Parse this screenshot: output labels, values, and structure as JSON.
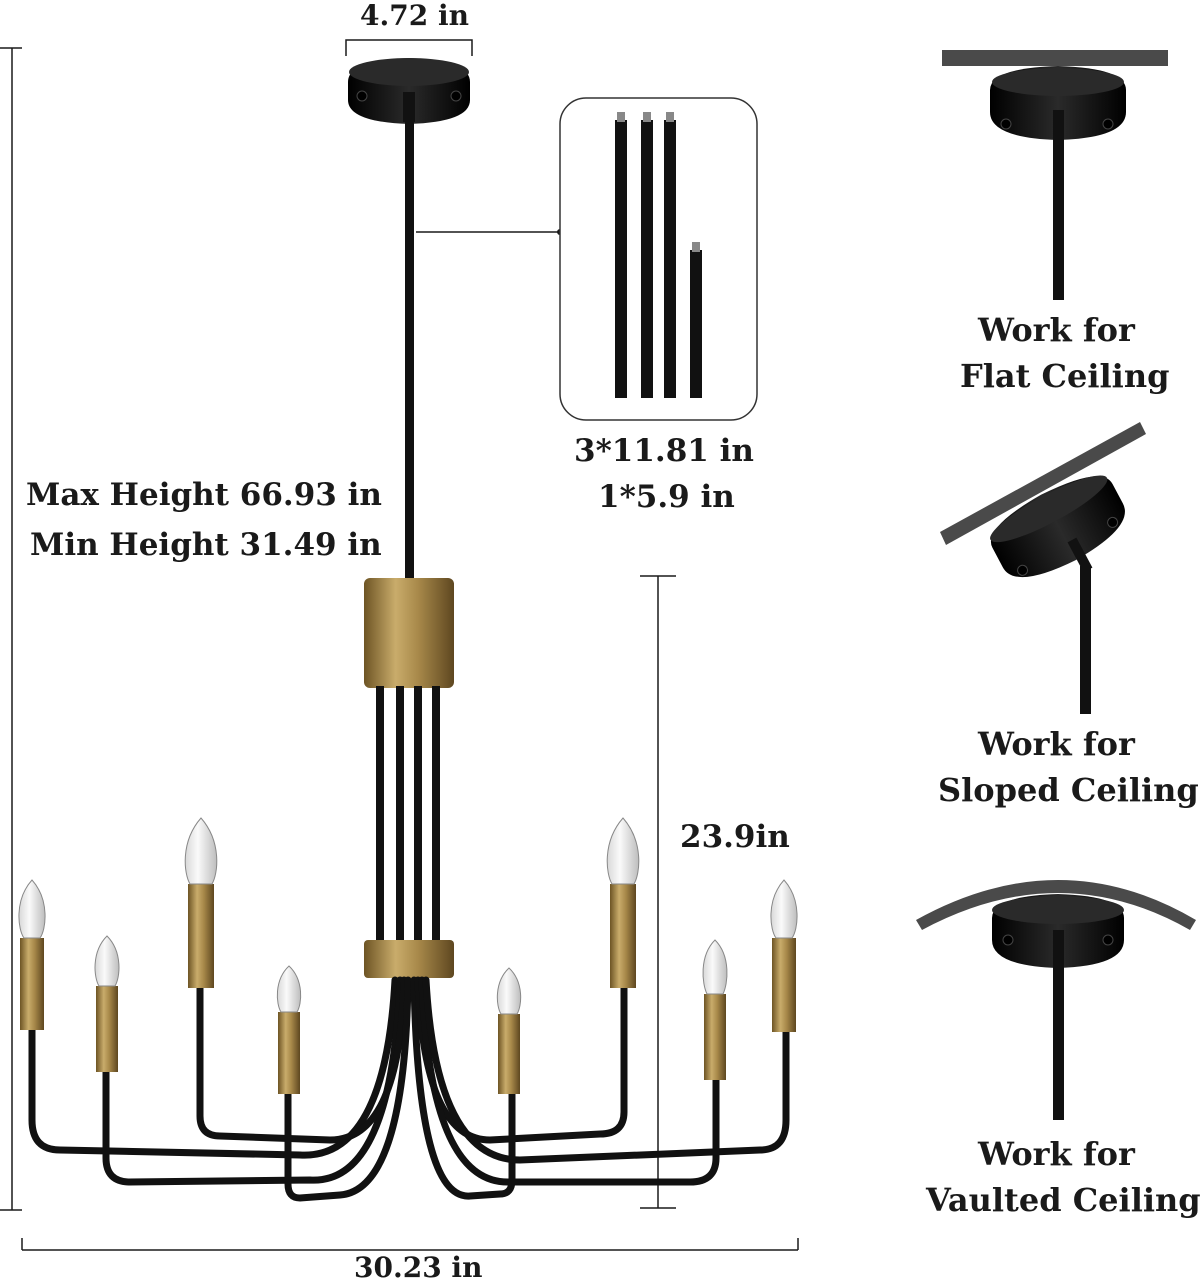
{
  "dimensions": {
    "canopy_width": "4.72 in",
    "max_height": "Max Height 66.93 in",
    "min_height": "Min Height 31.49 in",
    "rods_line1": "3*11.81 in",
    "rods_line2": "1*5.9 in",
    "body_height": "23.9in",
    "overall_width": "30.23 in"
  },
  "ceiling_types": [
    {
      "line1": "Work for",
      "line2": "Flat Ceiling"
    },
    {
      "line1": "Work for",
      "line2": "Sloped Ceiling"
    },
    {
      "line1": "Work for",
      "line2": "Vaulted Ceiling"
    }
  ],
  "colors": {
    "metal_black": "#141414",
    "brass": "#a8894a",
    "ceiling_gray": "#4a4a4a",
    "text": "#1a1a1a"
  }
}
